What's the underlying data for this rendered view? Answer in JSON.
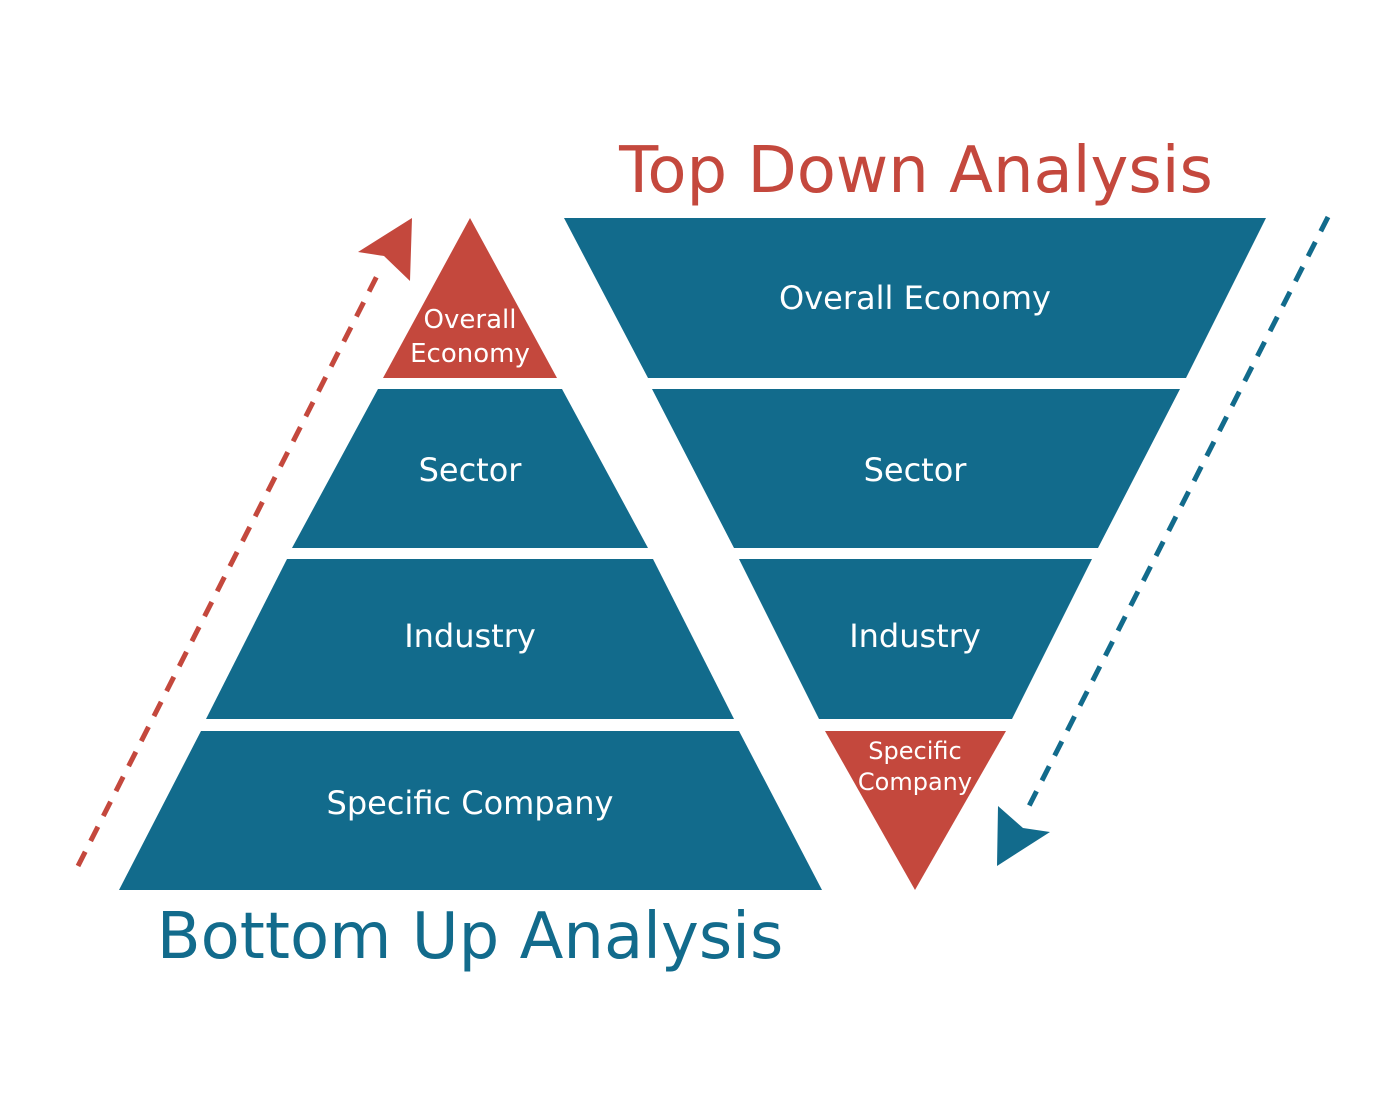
{
  "colors": {
    "blue": "#126B8C",
    "red": "#C4483D",
    "white": "#FFFFFF"
  },
  "titles": {
    "top_down": "Top Down Analysis",
    "bottom_up": "Bottom Up Analysis"
  },
  "pyramid": {
    "tiers": [
      {
        "lines": [
          "Overall",
          "Economy"
        ],
        "color": "red"
      },
      {
        "lines": [
          "Sector"
        ],
        "color": "blue"
      },
      {
        "lines": [
          "Industry"
        ],
        "color": "blue"
      },
      {
        "lines": [
          "Specific Company"
        ],
        "color": "blue"
      }
    ]
  },
  "inverted": {
    "tiers": [
      {
        "lines": [
          "Overall Economy"
        ],
        "color": "blue"
      },
      {
        "lines": [
          "Sector"
        ],
        "color": "blue"
      },
      {
        "lines": [
          "Industry"
        ],
        "color": "blue"
      },
      {
        "lines": [
          "Specific",
          "Company"
        ],
        "color": "red"
      }
    ]
  },
  "arrows": {
    "bottom_up": {
      "direction": "up",
      "color": "red",
      "style": "dashed"
    },
    "top_down": {
      "direction": "down",
      "color": "blue",
      "style": "dashed"
    }
  }
}
